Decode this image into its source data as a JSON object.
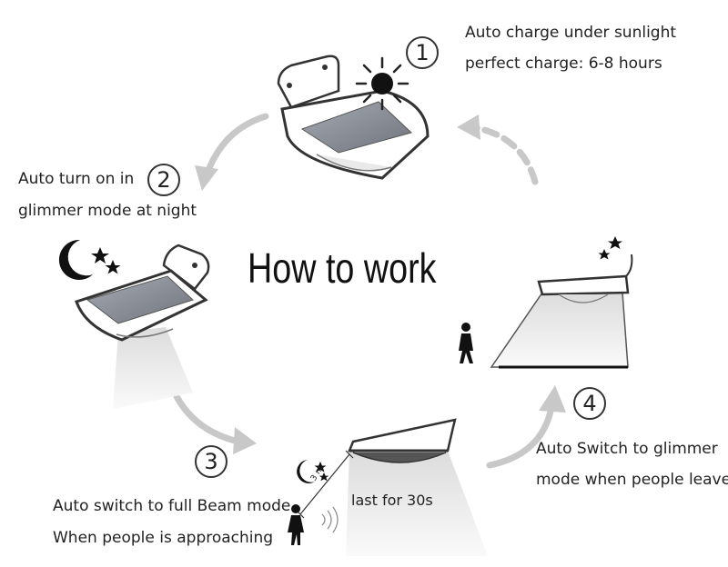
{
  "title": "How to work",
  "steps": [
    {
      "number": "1",
      "lines": [
        "Auto charge under sunlight",
        "perfect charge: 6-8 hours"
      ]
    },
    {
      "number": "2",
      "lines": [
        "Auto turn on in",
        "glimmer mode at night"
      ]
    },
    {
      "number": "3",
      "lines": [
        "Auto switch to full Beam mode",
        "When people is approaching"
      ]
    },
    {
      "number": "4",
      "lines": [
        "Auto Switch to glimmer",
        "mode when people leave"
      ]
    }
  ],
  "beam_duration_label": "last for 30s",
  "distance_label": "3 m",
  "colors": {
    "arrow": "#c2c2c2",
    "outline": "#333333",
    "panel": "#8a8f97",
    "beam": "#ececec"
  },
  "icons": [
    "sun-icon",
    "moon-stars-icon",
    "person-icon",
    "solar-light-icon"
  ]
}
